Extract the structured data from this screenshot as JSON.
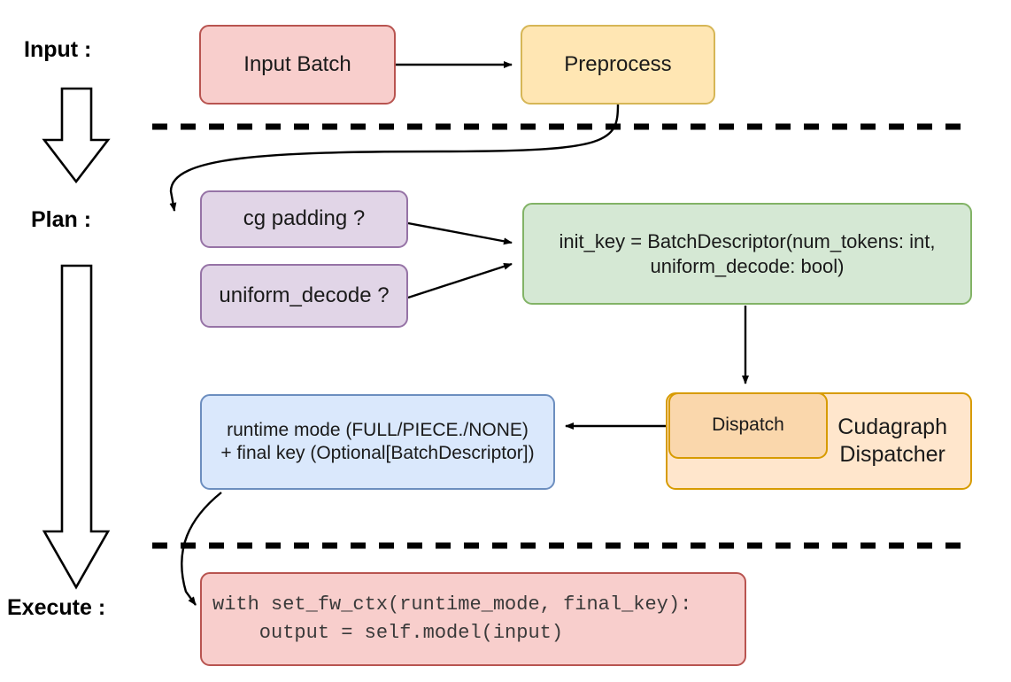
{
  "diagram": {
    "title": "vLLM cudagraph dispatch pipeline",
    "stages": [
      {
        "id": "input",
        "label": "Input :"
      },
      {
        "id": "plan",
        "label": "Plan :"
      },
      {
        "id": "execute",
        "label": "Execute :"
      }
    ],
    "nodes": {
      "input_batch": {
        "label": "Input Batch",
        "fill": "#f8cecc",
        "stroke": "#b85450"
      },
      "preprocess": {
        "label": "Preprocess",
        "fill": "#ffe6b3",
        "stroke": "#d6b656"
      },
      "cg_padding": {
        "label": "cg padding ?",
        "fill": "#e1d5e7",
        "stroke": "#9673a6"
      },
      "uniform_decode": {
        "label": "uniform_decode ?",
        "fill": "#e1d5e7",
        "stroke": "#9673a6"
      },
      "init_key": {
        "line1": "init_key = BatchDescriptor(num_tokens: int,",
        "line2": "uniform_decode: bool)",
        "fill": "#d5e8d4",
        "stroke": "#82b366"
      },
      "cudagraph_dispatcher": {
        "line1": "Cudagraph",
        "line2": "Dispatcher",
        "fill": "#ffe6cc",
        "stroke": "#d79b00"
      },
      "dispatch": {
        "label": "Dispatch",
        "fill": "#fad7ac",
        "stroke": "#d79b00"
      },
      "runtime_mode": {
        "line1": "runtime mode (FULL/PIECE./NONE)",
        "line2": "+ final key (Optional[BatchDescriptor])",
        "fill": "#dae8fc",
        "stroke": "#6c8ebf"
      },
      "execute_code": {
        "line1": "with set_fw_ctx(runtime_mode, final_key):",
        "line2": "    output = self.model(input)",
        "fill": "#f8cecc",
        "stroke": "#b85450"
      }
    },
    "separators": [
      {
        "id": "input-plan-divider",
        "style": "dashed"
      },
      {
        "id": "plan-execute-divider",
        "style": "dashed"
      }
    ],
    "stage_arrows": [
      {
        "id": "input-to-plan-arrow"
      },
      {
        "id": "plan-to-execute-arrow"
      }
    ],
    "edges": [
      {
        "id": "input-batch-to-preprocess",
        "from": "input_batch",
        "to": "preprocess"
      },
      {
        "id": "preprocess-to-cg-padding",
        "from": "preprocess",
        "to": "cg_padding"
      },
      {
        "id": "cg-padding-to-init-key",
        "from": "cg_padding",
        "to": "init_key"
      },
      {
        "id": "uniform-decode-to-init-key",
        "from": "uniform_decode",
        "to": "init_key"
      },
      {
        "id": "init-key-to-dispatch",
        "from": "init_key",
        "to": "dispatch"
      },
      {
        "id": "dispatch-to-runtime-mode",
        "from": "dispatch",
        "to": "runtime_mode"
      },
      {
        "id": "runtime-mode-to-execute-code",
        "from": "runtime_mode",
        "to": "execute_code"
      }
    ],
    "colors": {
      "line": "#000000",
      "text": "#1a1a1a",
      "code_text": "#3a3a3a",
      "background": "#ffffff"
    }
  }
}
